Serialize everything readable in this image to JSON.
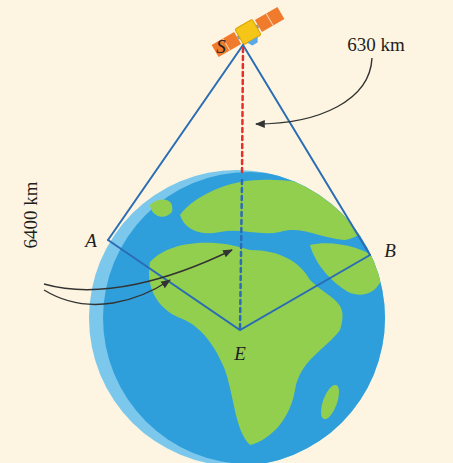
{
  "diagram": {
    "labels": [
      "S",
      "630 km",
      "A",
      "B",
      "E",
      "6400 km"
    ]
  }
}
